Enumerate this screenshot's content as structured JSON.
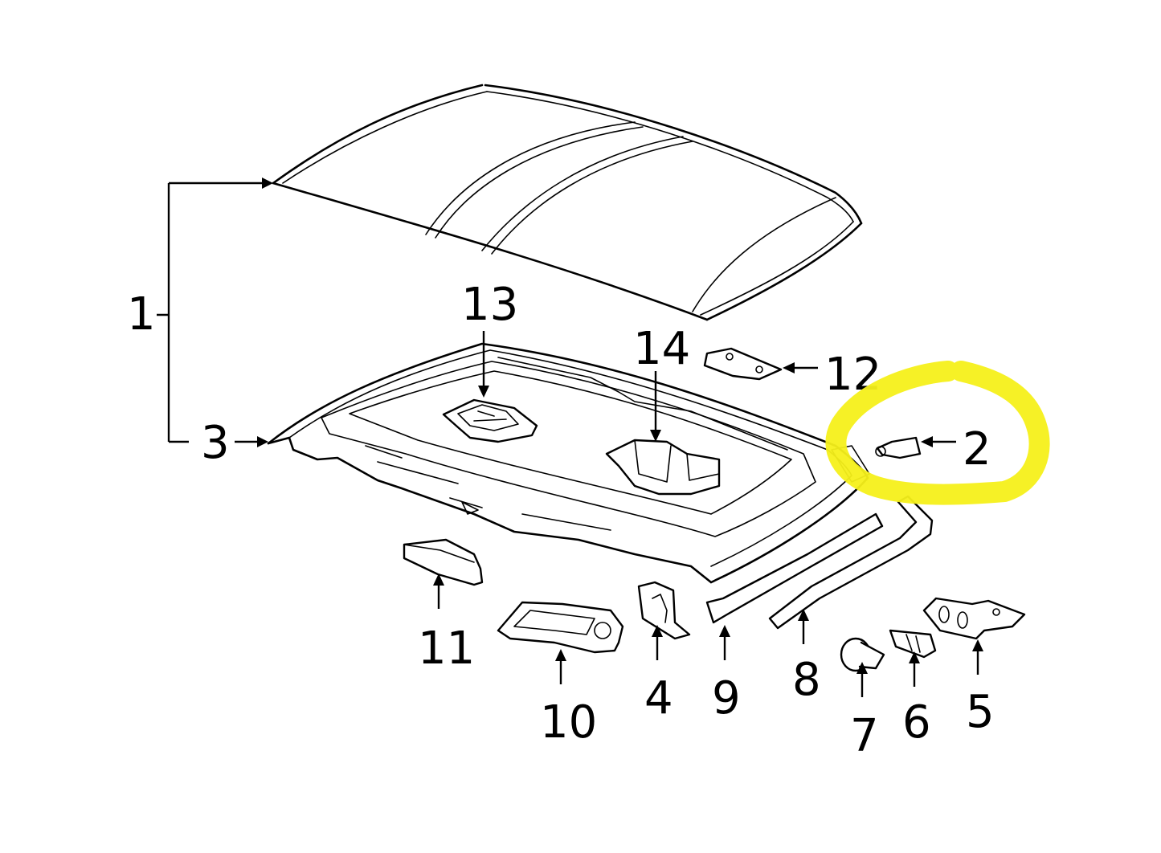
{
  "diagram": {
    "callouts": [
      {
        "id": "1",
        "label": "1"
      },
      {
        "id": "2",
        "label": "2"
      },
      {
        "id": "3",
        "label": "3"
      },
      {
        "id": "4",
        "label": "4"
      },
      {
        "id": "5",
        "label": "5"
      },
      {
        "id": "6",
        "label": "6"
      },
      {
        "id": "7",
        "label": "7"
      },
      {
        "id": "8",
        "label": "8"
      },
      {
        "id": "9",
        "label": "9"
      },
      {
        "id": "10",
        "label": "10"
      },
      {
        "id": "11",
        "label": "11"
      },
      {
        "id": "12",
        "label": "12"
      },
      {
        "id": "13",
        "label": "13"
      },
      {
        "id": "14",
        "label": "14"
      }
    ],
    "highlight": {
      "target": "2",
      "color": "#f5f01a"
    }
  }
}
